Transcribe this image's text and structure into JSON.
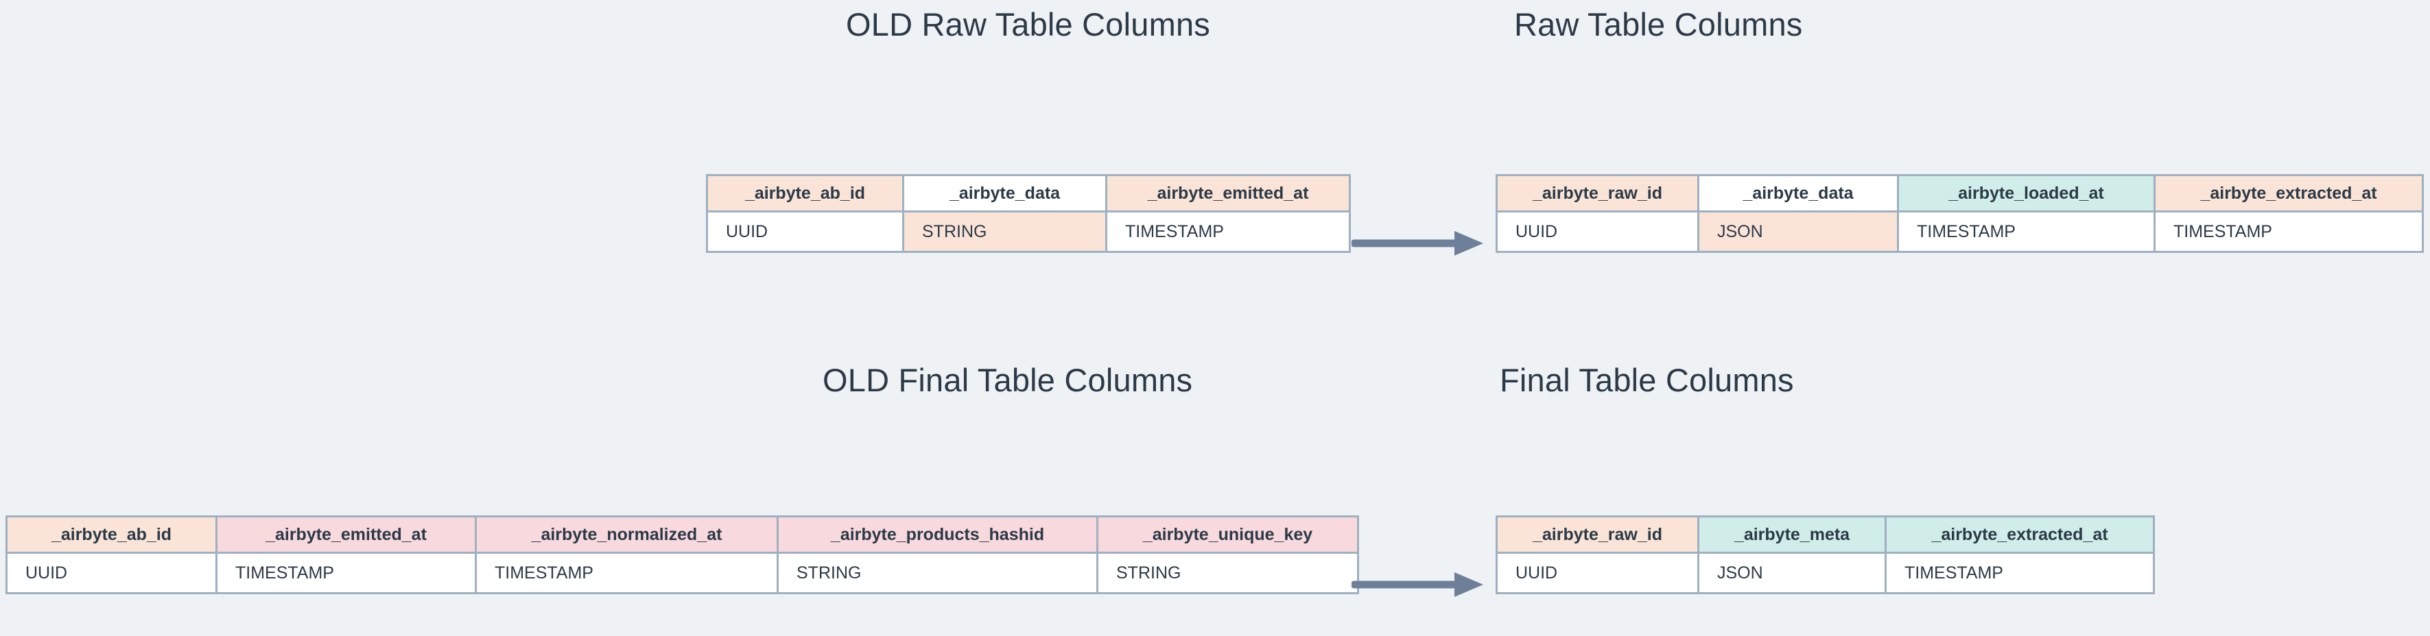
{
  "theme": {
    "background": "#EFF2F5",
    "text": "#2C3A47",
    "border": "#9FB0C0",
    "arrow": "#6E8099",
    "peach": "#FAE4D8",
    "teal": "#D0EDE9",
    "pink": "#F8D9DD",
    "white": "#FFFFFF"
  },
  "titles": {
    "old_raw": "OLD Raw Table Columns",
    "new_raw": "Raw Table Columns",
    "old_final": "OLD Final Table Columns",
    "new_final": "Final Table Columns"
  },
  "arrows": {
    "raw": "arrow-right",
    "final": "arrow-right"
  },
  "tables": {
    "old_raw": {
      "title": "OLD Raw Table Columns",
      "columns": [
        "_airbyte_ab_id",
        "_airbyte_data",
        "_airbyte_emitted_at"
      ],
      "types": [
        "UUID",
        "STRING",
        "TIMESTAMP"
      ],
      "header_colors": [
        "peach",
        "white",
        "peach"
      ],
      "type_colors": [
        "white",
        "peach",
        "white"
      ]
    },
    "new_raw": {
      "title": "Raw Table Columns",
      "columns": [
        "_airbyte_raw_id",
        "_airbyte_data",
        "_airbyte_loaded_at",
        "_airbyte_extracted_at"
      ],
      "types": [
        "UUID",
        "JSON",
        "TIMESTAMP",
        "TIMESTAMP"
      ],
      "header_colors": [
        "peach",
        "white",
        "teal",
        "peach"
      ],
      "type_colors": [
        "white",
        "peach",
        "white",
        "white"
      ]
    },
    "old_final": {
      "title": "OLD Final Table Columns",
      "columns": [
        "_airbyte_ab_id",
        "_airbyte_emitted_at",
        "_airbyte_normalized_at",
        "_airbyte_products_hashid",
        "_airbyte_unique_key"
      ],
      "types": [
        "UUID",
        "TIMESTAMP",
        "TIMESTAMP",
        "STRING",
        "STRING"
      ],
      "header_colors": [
        "peach",
        "pink",
        "pink",
        "pink",
        "pink"
      ],
      "type_colors": [
        "white",
        "white",
        "white",
        "white",
        "white"
      ]
    },
    "new_final": {
      "title": "Final Table Columns",
      "columns": [
        "_airbyte_raw_id",
        "_airbyte_meta",
        "_airbyte_extracted_at"
      ],
      "types": [
        "UUID",
        "JSON",
        "TIMESTAMP"
      ],
      "header_colors": [
        "peach",
        "teal",
        "teal"
      ],
      "type_colors": [
        "white",
        "white",
        "white"
      ]
    }
  }
}
